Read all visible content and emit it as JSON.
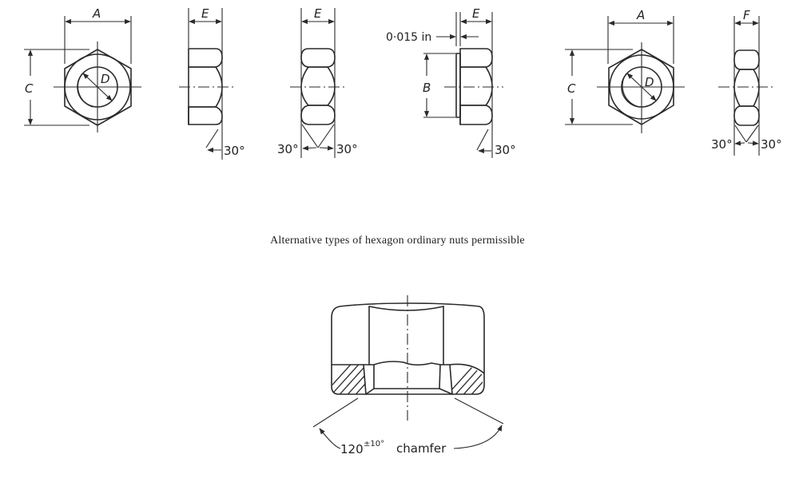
{
  "figure": {
    "caption": "Alternative types of hexagon ordinary nuts permissible",
    "top_row": {
      "view1_front": {
        "width_label": "A",
        "height_label": "C",
        "bore_label": "D"
      },
      "view1_side": {
        "thickness_label": "E",
        "angle": "30°"
      },
      "view2_side": {
        "thickness_label": "E",
        "angle_left": "30°",
        "angle_right": "30°"
      },
      "view3_side": {
        "thickness_label": "E",
        "washer_face": "0·015 in",
        "face_label": "B",
        "angle": "30°"
      },
      "view4_front": {
        "width_label": "A",
        "height_label": "C",
        "bore_label": "D"
      },
      "view4_side": {
        "thickness_label": "F",
        "angle_left": "30°",
        "angle_right": "30°"
      }
    },
    "section_view": {
      "chamfer_label": "120",
      "tolerance": "±10°",
      "chamfer_word": "chamfer"
    }
  }
}
